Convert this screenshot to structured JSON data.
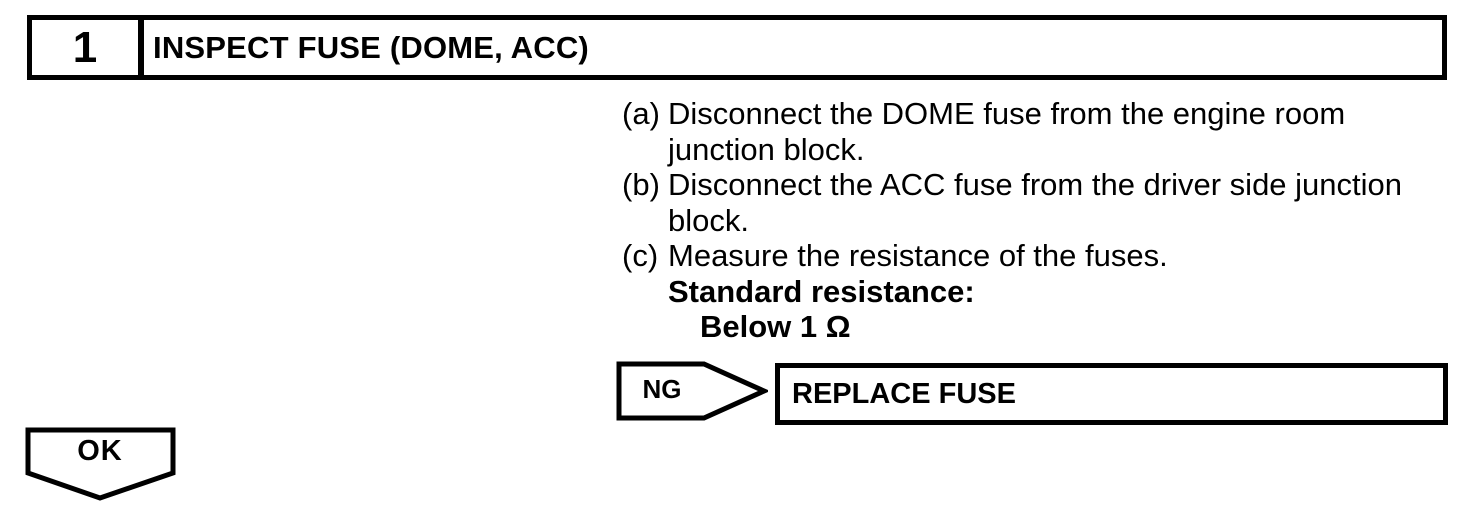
{
  "step": {
    "number": "1",
    "title": "INSPECT FUSE (DOME, ACC)"
  },
  "procedure": {
    "steps": [
      {
        "label": "(a)",
        "text": "Disconnect the DOME fuse from the engine room junction block."
      },
      {
        "label": "(b)",
        "text": "Disconnect the ACC fuse from the driver side junction block."
      },
      {
        "label": "(c)",
        "text": "Measure the resistance of the fuses."
      }
    ],
    "spec": {
      "heading": "Standard resistance:",
      "value": "Below 1 Ω"
    }
  },
  "ng_branch": {
    "label": "NG",
    "action": "REPLACE FUSE"
  },
  "ok_branch": {
    "label": "OK"
  },
  "colors": {
    "ink": "#000000",
    "paper": "#ffffff"
  }
}
